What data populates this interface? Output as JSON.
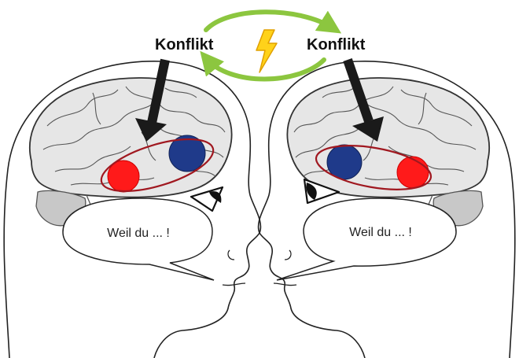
{
  "labels": {
    "left_conflict": "Konflikt",
    "right_conflict": "Konflikt",
    "left_speech": "Weil du ... !",
    "right_speech": "Weil du ... !"
  },
  "colors": {
    "cycle_arrow": "#8cc63f",
    "lightning_fill": "#ffd21a",
    "lightning_stroke": "#e0a000",
    "red_region": "#ff1a1a",
    "blue_region": "#1f3a8a",
    "ellipse_outline": "#a01820",
    "brain_fill": "#e6e6e6",
    "cerebellum_fill": "#c8c8c8",
    "pointer_arrow": "#1a1a1a"
  },
  "icons": {
    "lightning": "lightning-bolt-icon",
    "left_eye": "eye-icon",
    "right_eye": "eye-icon"
  }
}
